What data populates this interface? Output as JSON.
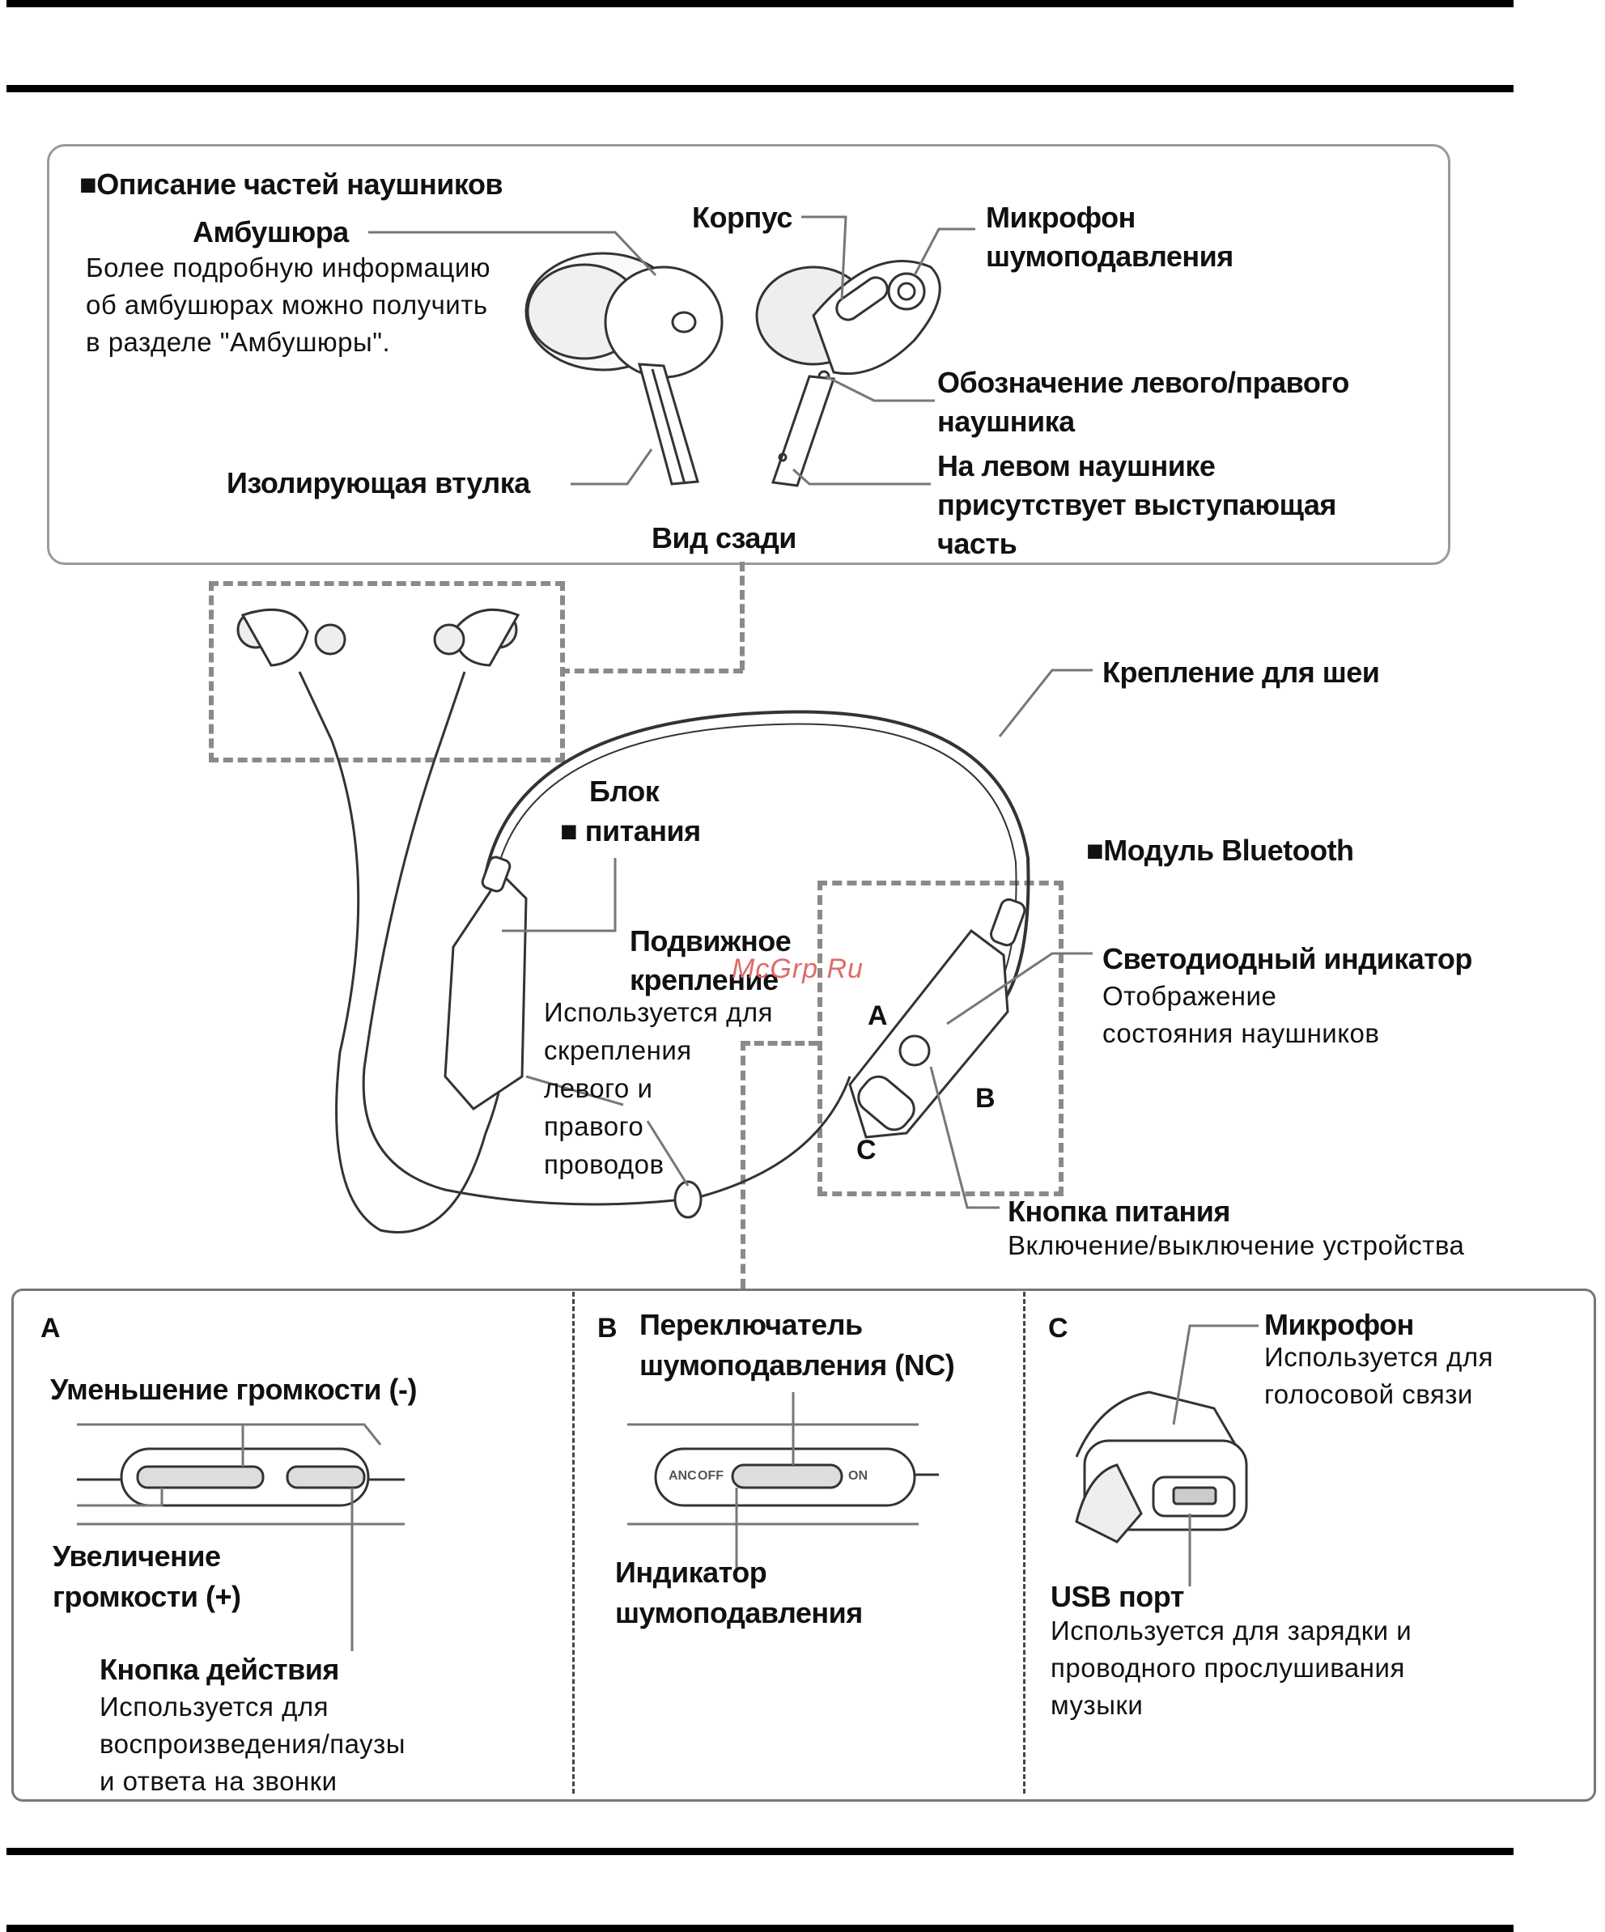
{
  "parts_section": {
    "title": "■Описание частей наушников",
    "eartip_label": "Амбушюра",
    "eartip_desc": [
      "Более подробную информацию",
      "об амбушюрах можно получить",
      "в разделе \"Амбушюры\"."
    ],
    "housing_label": "Корпус",
    "mic_nc_label": [
      "Микрофон",
      "шумоподавления"
    ],
    "lr_label": [
      "Обозначение левого/правого",
      "наушника"
    ],
    "lr_desc": [
      "На левом наушнике",
      "присутствует выступающая",
      "часть"
    ],
    "insulating_label": "Изолирующая втулка",
    "back_view_label": "Вид сзади"
  },
  "main": {
    "neck_label": "Крепление для шеи",
    "battery_label_1": "Блок",
    "battery_label_2": "■ питания",
    "bt_module_label": "■Модуль Bluetooth",
    "slider_label": [
      "Подвижное",
      "крепление"
    ],
    "slider_desc": [
      "Используется для",
      "скрепления",
      "левого и",
      "правого",
      "проводов"
    ],
    "led_label": "Светодиодный индикатор",
    "led_desc": [
      "Отображение",
      "состояния наушников"
    ],
    "power_label": "Кнопка питания",
    "power_desc": "Включение/выключение устройства",
    "letters": [
      "A",
      "B",
      "C"
    ],
    "watermark": "McGrp.Ru"
  },
  "panel_a": {
    "letter": "A",
    "vol_down_label": "Уменьшение громкости (-)",
    "vol_up_label": [
      "Увеличение",
      "громкости (+)"
    ],
    "action_label": "Кнопка действия",
    "action_desc": [
      "Используется для",
      "воспроизведения/паузы",
      "и ответа на звонки"
    ]
  },
  "panel_b": {
    "letter": "B",
    "nc_switch_label": [
      "Переключатель",
      "шумоподавления (NC)"
    ],
    "nc_indicator_label": [
      "Индикатор",
      "шумоподавления"
    ],
    "switch_texts": [
      "ANC",
      "OFF",
      "ON"
    ]
  },
  "panel_c": {
    "letter": "C",
    "mic_label": "Микрофон",
    "mic_desc": [
      "Используется для",
      "голосовой связи"
    ],
    "usb_label": "USB порт",
    "usb_desc": [
      "Используется для зарядки и",
      "проводного прослушивания",
      "музыки"
    ]
  },
  "colors": {
    "rule": "#000000",
    "panel_border": "#9a9a9a",
    "dash": "#8a8a8a",
    "watermark": "#e06a6a"
  }
}
